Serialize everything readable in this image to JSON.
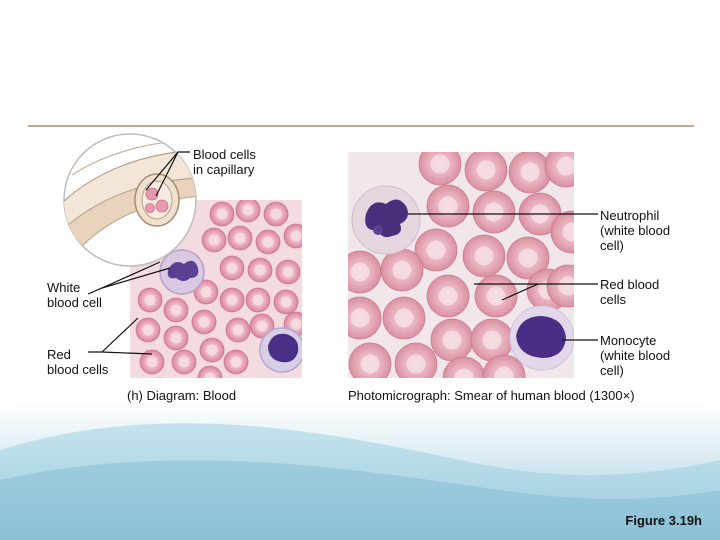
{
  "labels": {
    "blood_cells_capillary": [
      "Blood cells",
      "in capillary"
    ],
    "white_blood_cell": [
      "White",
      "blood cell"
    ],
    "red_blood_cells_left": [
      "Red",
      "blood cells"
    ],
    "neutrophil": [
      "Neutrophil",
      "(white blood",
      "cell)"
    ],
    "red_blood_cells_right": [
      "Red blood",
      "cells"
    ],
    "monocyte": [
      "Monocyte",
      "(white blood",
      "cell)"
    ]
  },
  "captions": {
    "diagram": "(h) Diagram: Blood",
    "photo": "Photomicrograph: Smear of human blood (1300×)"
  },
  "figure_number": "Figure 3.19h",
  "colors": {
    "rule": "#c8a88a",
    "rbc": "#e7a3b1",
    "rbc_center": "#f3cdd5",
    "nucleus": "#5a3c8c",
    "photo_bg": "#f1e6ea"
  }
}
